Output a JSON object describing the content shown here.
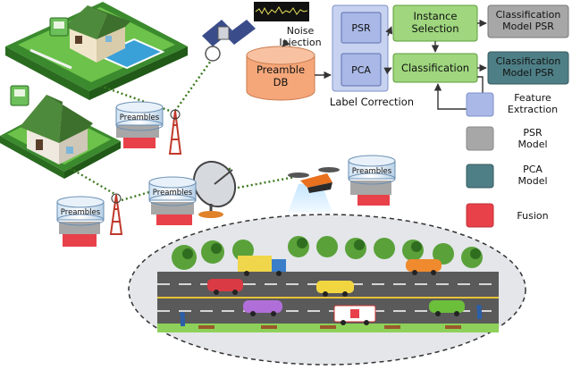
{
  "pipeline": {
    "noise_injection": "Noise\nInjection",
    "preamble_db": "Preamble\nDB",
    "psr": "PSR",
    "pca": "PCA",
    "label_correction": "Label Correction",
    "instance_selection": "Instance\nSelection",
    "classification": "Classification",
    "model_psr": "Classification\nModel PSR",
    "model_pca": "Classification\nModel PSR"
  },
  "legend": [
    {
      "label": "Feature\nExtraction",
      "color": "#a9b8e6"
    },
    {
      "label": "PSR\nModel",
      "color": "#a7a7a7"
    },
    {
      "label": "PCA\nModel",
      "color": "#4e7f86"
    },
    {
      "label": "Fusion",
      "color": "#e8414a"
    }
  ],
  "devices": {
    "preambles_label": "Preambles"
  },
  "colors": {
    "orange_box": "#f5a77a",
    "green_box": "#9fd67e",
    "blue_box": "#a9b8e6",
    "gray_box": "#a7a7a7",
    "teal_box": "#4e7f86",
    "road": "#5a5a5a",
    "grass": "#8ed15a"
  }
}
